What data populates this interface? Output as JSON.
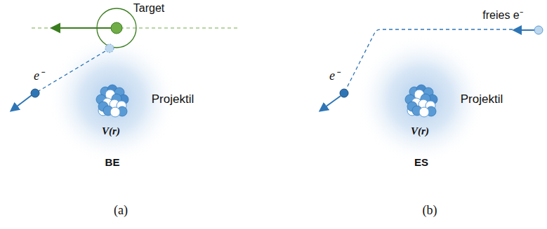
{
  "diagram": {
    "labels": [
      "Target",
      "e⁻",
      "Projektil",
      "V(r)",
      "BE",
      "(a)",
      "freies e⁻",
      "e⁻",
      "Projektil",
      "V(r)",
      "ES",
      "(b)"
    ]
  }
}
